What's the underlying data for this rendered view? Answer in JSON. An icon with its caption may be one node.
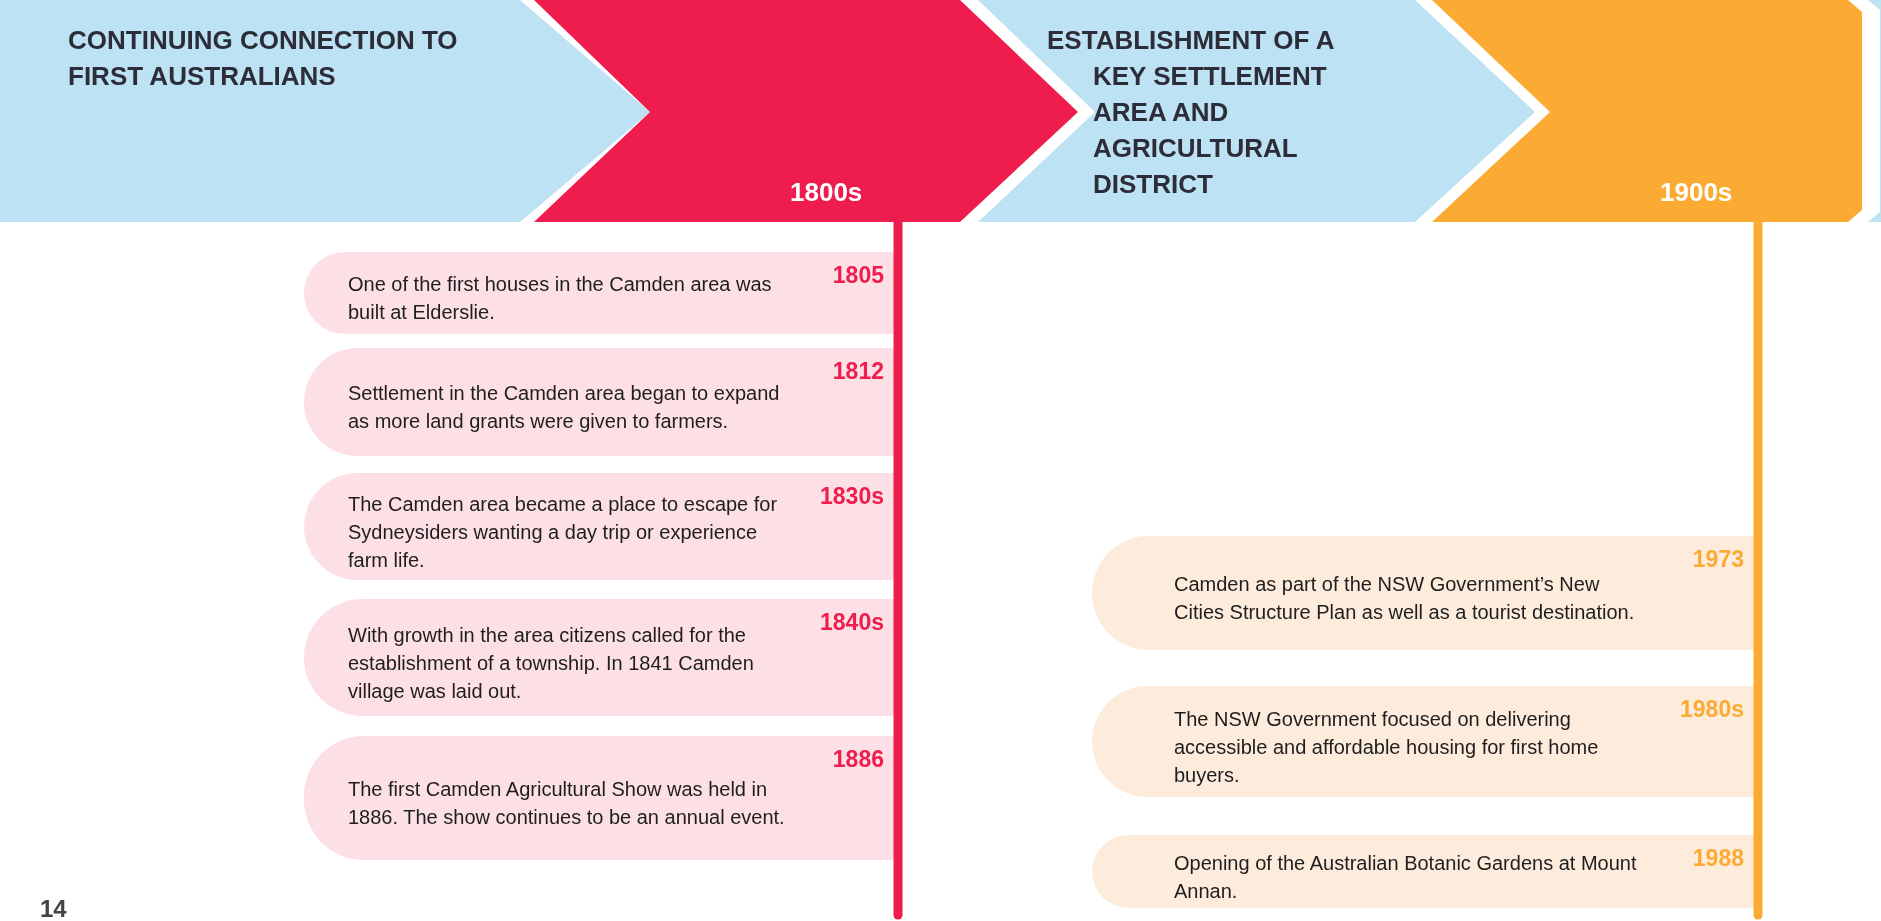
{
  "diagram": {
    "nodes": [
      {
        "text": [
          "CONTINUING CONNECTION TO FIRST AUSTRALIANS"
        ]
      },
      {
        "text": [
          "1800s"
        ]
      },
      {
        "text": [
          "ESTABLISHMENT OF A KEY SETTLEMENT AREA AND AGRICULTURAL DISTRICT"
        ]
      },
      {
        "text": [
          "1900s"
        ]
      },
      {
        "text": [
          "One of the first houses in the Camden area was built at Elderslie.",
          "1805"
        ]
      },
      {
        "text": [
          "Settlement in the Camden area began to expand as more land grants were given to farmers.",
          "1812"
        ]
      },
      {
        "text": [
          "The Camden area became a place to escape for Sydneysiders wanting a day trip or experience farm life.",
          "1830s"
        ]
      },
      {
        "text": [
          "With growth in the area citizens called for the establishment of a township. In 1841 Camden village was laid out.",
          "1840s"
        ]
      },
      {
        "text": [
          "The first Camden Agricultural Show was held in 1886. The show continues to be an annual event.",
          "1886"
        ]
      },
      {
        "text": [
          "Camden as part of the NSW Government’s New Cities Structure Plan as well as a tourist destination.",
          "1973"
        ]
      },
      {
        "text": [
          "The NSW Government focused on delivering accessible and affordable housing for first home buyers.",
          "1980s"
        ]
      },
      {
        "text": [
          "Opening of the Australian Botanic Gardens at Mount Annan.",
          "1988"
        ]
      },
      {
        "text": [],
        "shape": "box"
      },
      {
        "text": [],
        "shape": "bar"
      },
      {
        "text": [],
        "shape": "bar"
      }
    ],
    "labels": [
      "14"
    ]
  }
}
